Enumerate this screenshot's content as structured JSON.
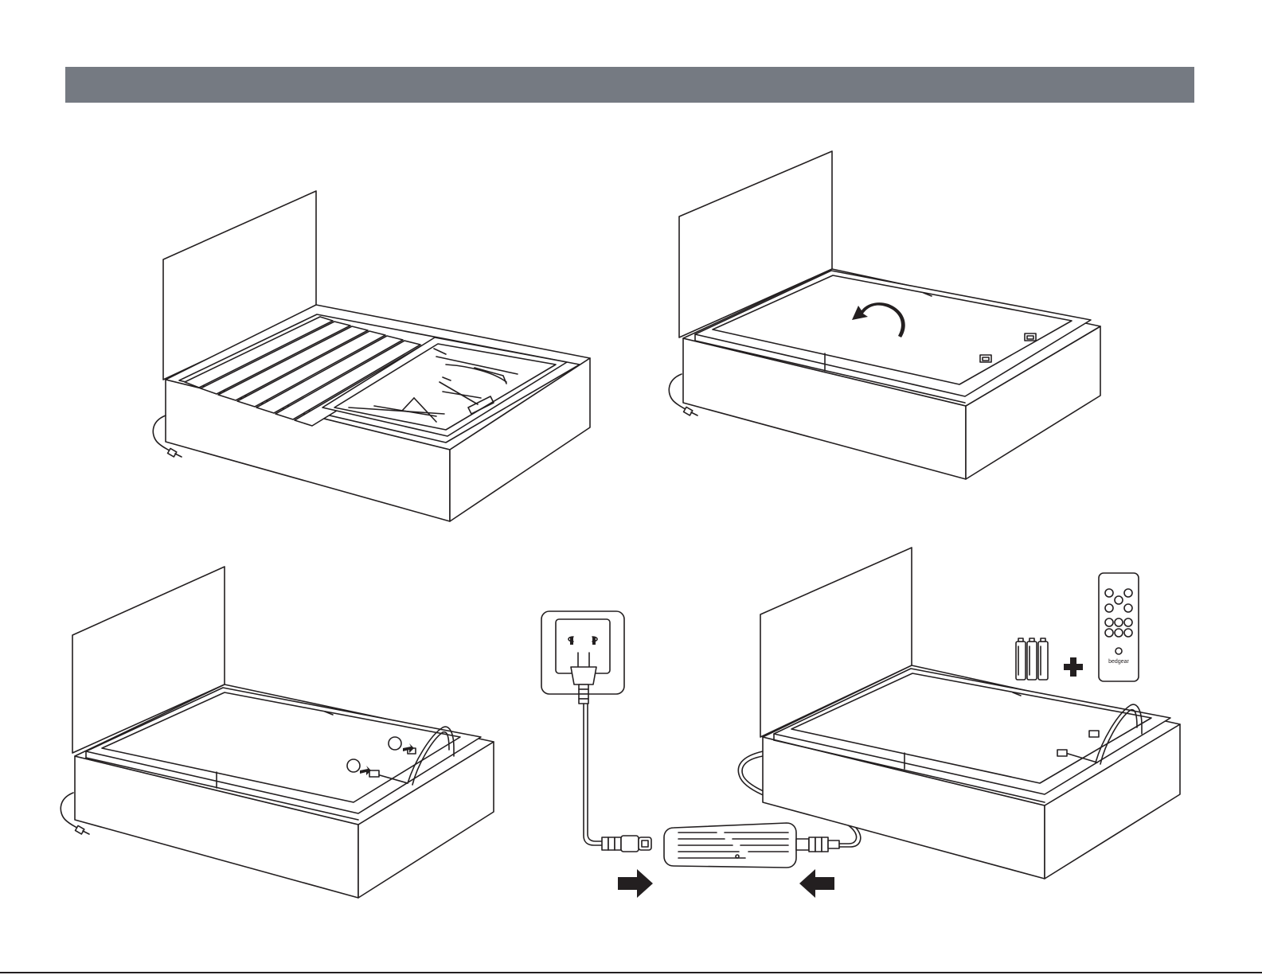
{
  "colors": {
    "header_bar": "#757a82",
    "line": "#231f20",
    "fill_light": "#ffffff",
    "footer_line": "#231f20"
  },
  "remote": {
    "brand_label": "bedgear"
  },
  "icons": [
    "headboard",
    "bed-base",
    "slats",
    "lift-motor",
    "cable-connector",
    "rotate-arrow",
    "wall-outlet",
    "power-plug",
    "power-adapter",
    "right-arrow",
    "left-arrow",
    "battery",
    "plus",
    "remote-control"
  ]
}
